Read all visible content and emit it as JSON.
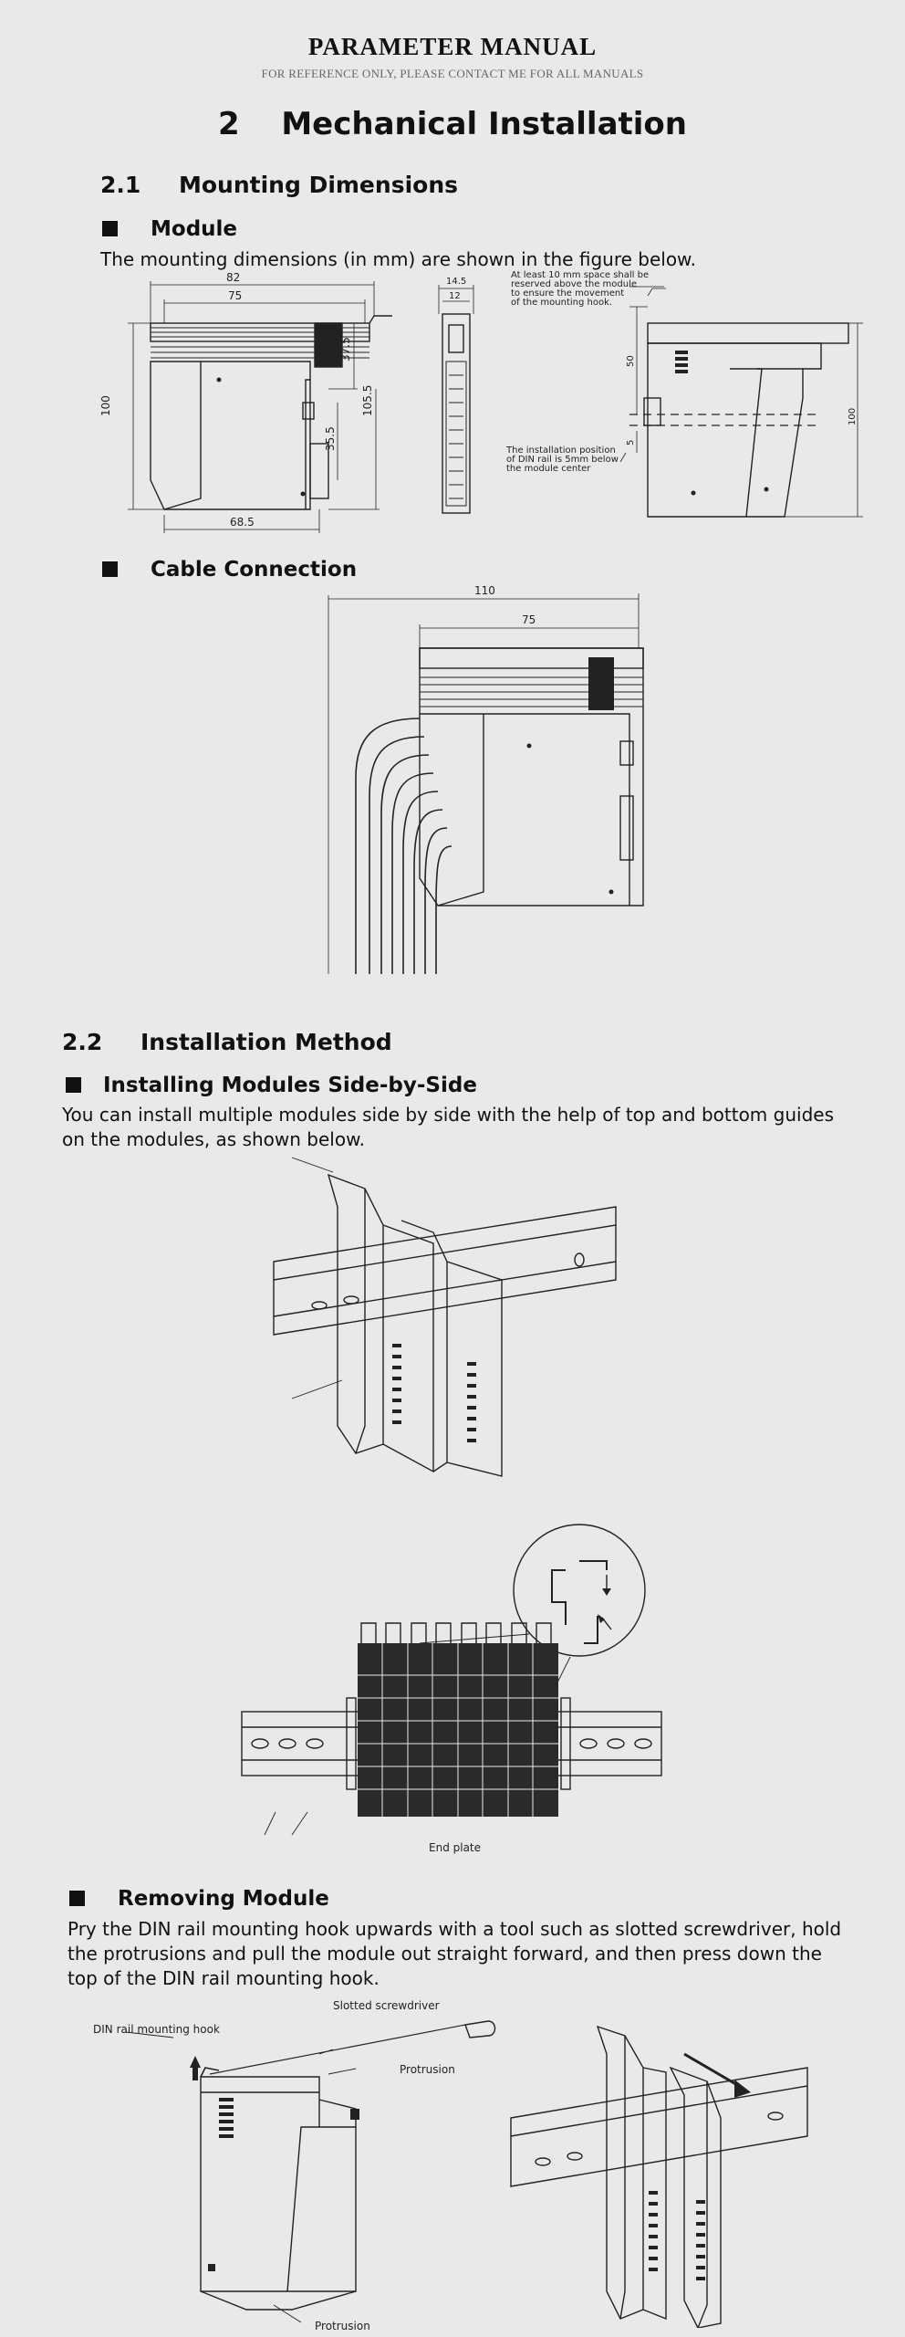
{
  "header": {
    "title": "PARAMETER MANUAL",
    "subtitle": "FOR REFERENCE ONLY, PLEASE CONTACT ME FOR ALL MANUALS"
  },
  "chapter": {
    "number": "2",
    "title": "Mechanical Installation"
  },
  "section_2_1": {
    "number": "2.1",
    "title": "Mounting Dimensions",
    "module": {
      "heading": "Module",
      "text": "The mounting dimensions (in mm) are shown in the figure below.",
      "dims": {
        "w82": "82",
        "w75": "75",
        "h100": "100",
        "h37_5": "37.5",
        "h105_5": "105.5",
        "h35_5": "35.5",
        "w68_5": "68.5",
        "w14_5": "14.5",
        "w12": "12",
        "h50": "50",
        "h100_r": "100",
        "h5": "5"
      },
      "note_top": [
        "At least 10 mm space shall be",
        "reserved above the module",
        "to ensure the movement",
        "of the mounting hook."
      ],
      "note_bottom": [
        "The installation position",
        "of DIN rail is 5mm below",
        "the module center"
      ]
    },
    "cable": {
      "heading": "Cable Connection",
      "dims": {
        "w110": "110",
        "w75": "75"
      }
    }
  },
  "section_2_2": {
    "number": "2.2",
    "title": "Installation Method",
    "side_by_side": {
      "heading": "Installing Modules Side-by-Side",
      "text_lines": [
        "You can install multiple modules side by side with the help of top and bottom guides",
        "on the modules, as shown below."
      ],
      "end_plate_label": "End plate"
    },
    "removing": {
      "heading": "Removing Module",
      "text_lines": [
        "Pry the DIN rail mounting hook upwards with a tool such as slotted screwdriver, hold",
        "the protrusions and pull the module out straight forward, and then press down the",
        "top of the DIN rail mounting hook."
      ],
      "labels": {
        "screwdriver": "Slotted screwdriver",
        "hook": "DIN rail mounting hook",
        "protrusion_top": "Protrusion",
        "protrusion_bottom": "Protrusion"
      }
    }
  }
}
